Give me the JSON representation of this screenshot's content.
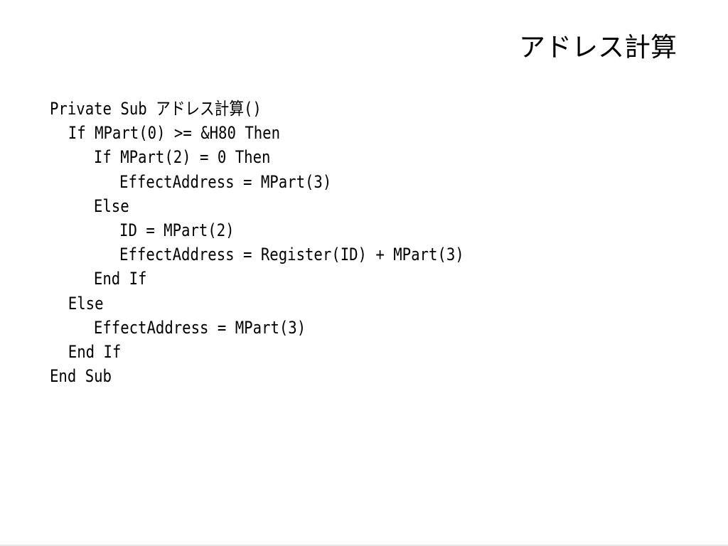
{
  "slide": {
    "title": "アドレス計算",
    "code_lines": [
      "Private Sub アドレス計算()",
      "If MPart(0) >= &H80 Then",
      "If MPart(2) = 0 Then",
      "EffectAddress = MPart(3)",
      "Else",
      "ID = MPart(2)",
      "EffectAddress = Register(ID) + MPart(3)",
      "End If",
      "Else",
      "EffectAddress = MPart(3)",
      "End If",
      "End Sub"
    ]
  }
}
